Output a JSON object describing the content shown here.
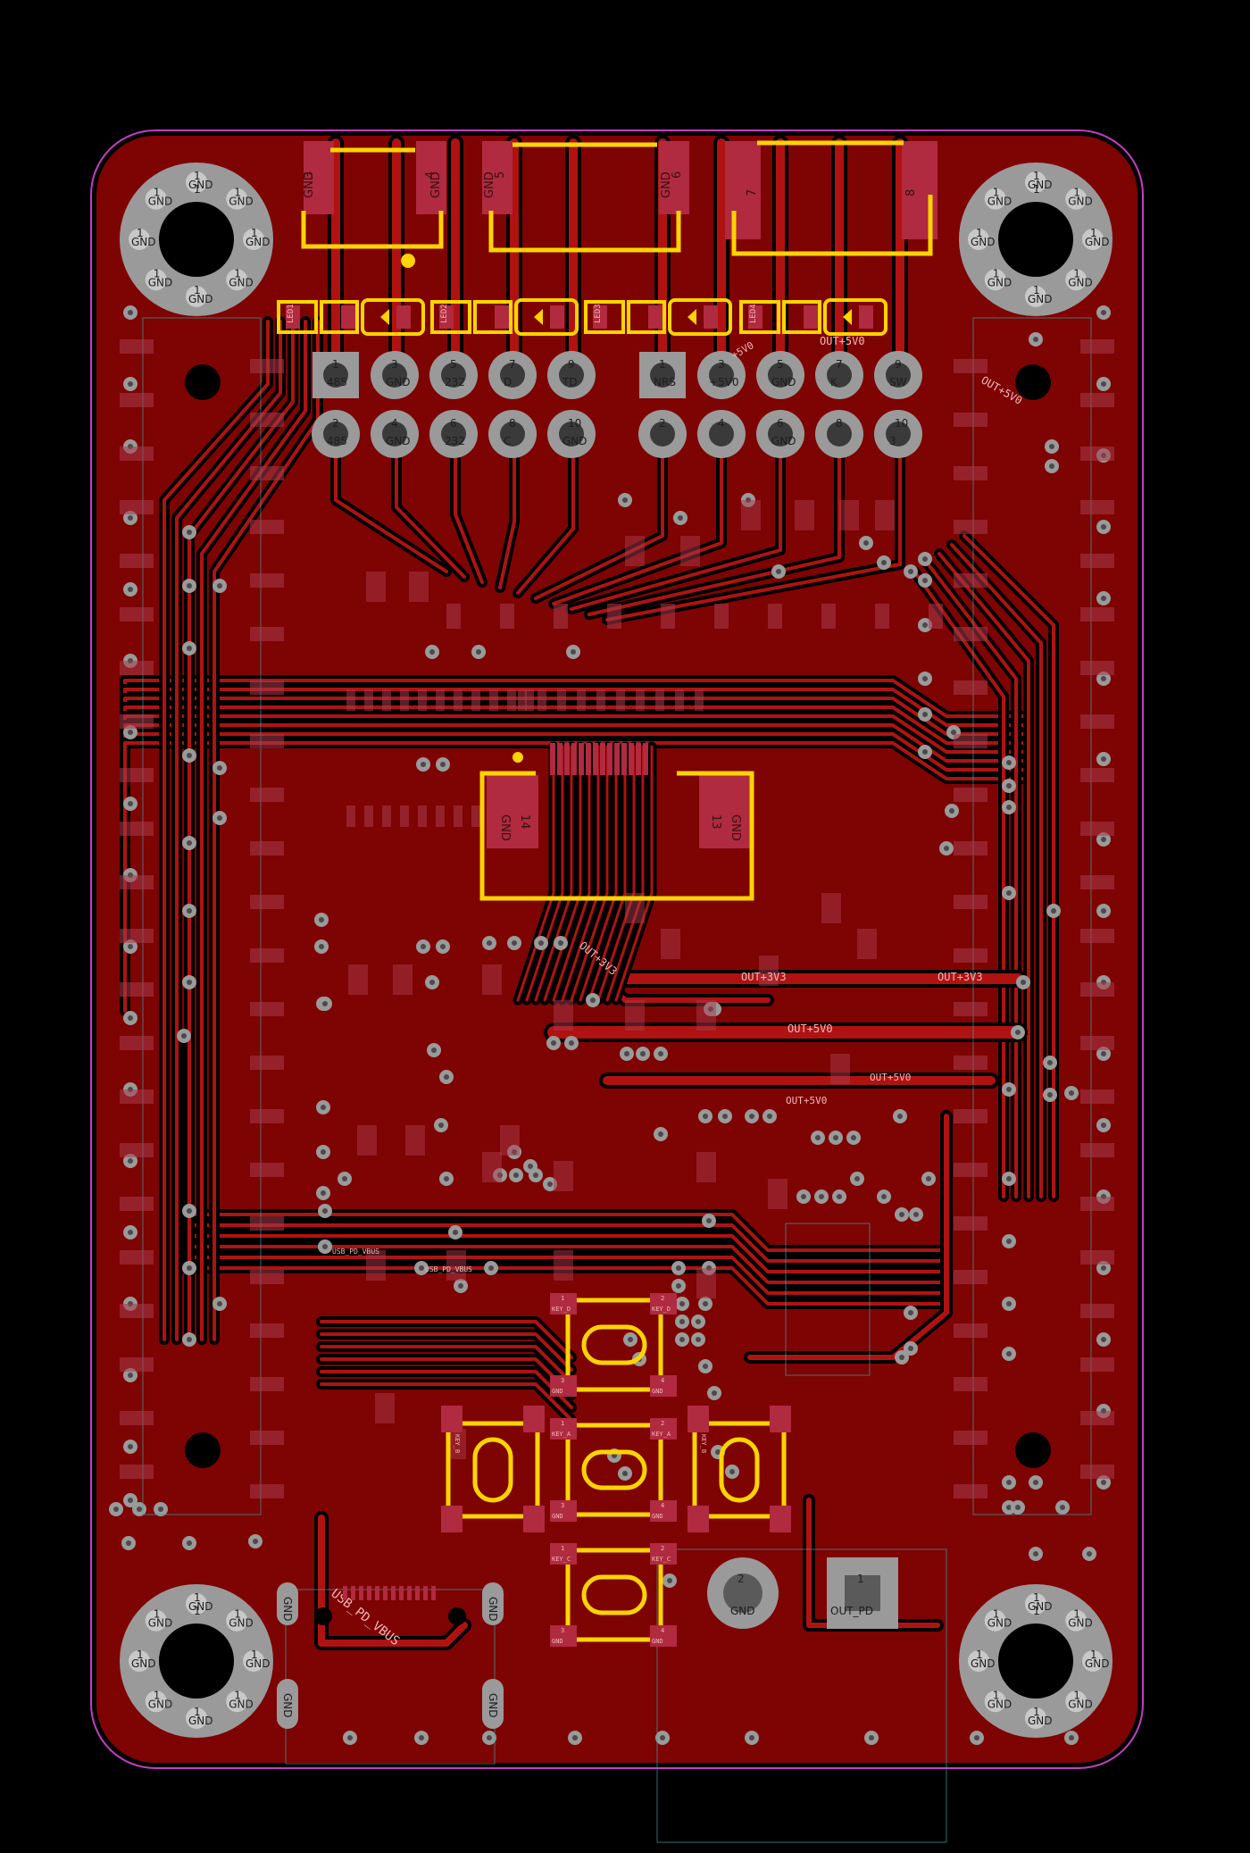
{
  "colors": {
    "background": "#000000",
    "board": "#7a0000",
    "copper_pour": "#8c0808",
    "trace": "#b01212",
    "clearance": "#000000",
    "silkscreen": "#ffd400",
    "pad_gray": "#9a9a9a",
    "smd_pad": "#b02a40",
    "outline": "#c040c0",
    "fab": "#30a0a0"
  },
  "mounting_holes": {
    "pad_label": "GND",
    "pin_label": "1"
  },
  "top_connectors": [
    {
      "left": "3",
      "right": "4",
      "pad": "GND"
    },
    {
      "left": "5",
      "right": "6",
      "pad": "GND"
    },
    {
      "left": "7",
      "right": "8",
      "pad": ""
    }
  ],
  "led_refs": [
    "LED1",
    "LED2",
    "LED3",
    "LED4"
  ],
  "header_left": {
    "row1": [
      {
        "pin": "1",
        "net": "485"
      },
      {
        "pin": "3",
        "net": "GND"
      },
      {
        "pin": "5",
        "net": "232"
      },
      {
        "pin": "7",
        "net": "D"
      },
      {
        "pin": "9",
        "net": "TD"
      }
    ],
    "row2": [
      {
        "pin": "2",
        "net": "485"
      },
      {
        "pin": "4",
        "net": "GND"
      },
      {
        "pin": "6",
        "net": "232"
      },
      {
        "pin": "8",
        "net": "C"
      },
      {
        "pin": "10",
        "net": "GND"
      }
    ]
  },
  "header_right": {
    "row1": [
      {
        "pin": "1",
        "net": "NRS"
      },
      {
        "pin": "3",
        "net": "+5V0"
      },
      {
        "pin": "5",
        "net": "GND"
      },
      {
        "pin": "7",
        "net": "K"
      },
      {
        "pin": "9",
        "net": "SW"
      }
    ],
    "row2": [
      {
        "pin": "2",
        "net": ""
      },
      {
        "pin": "4",
        "net": ""
      },
      {
        "pin": "6",
        "net": "GND"
      },
      {
        "pin": "8",
        "net": ""
      },
      {
        "pin": "10",
        "net": "3"
      }
    ]
  },
  "net_labels": {
    "out5v0_top": "OUT+5V0",
    "plus5v0_top": "+5V0",
    "out5v0_right": "OUT+5V0",
    "out3v3_diag": "OUT+3V3",
    "out3v3_mid": "OUT+3V3",
    "out3v3_right": "OUT+3V3",
    "out5v0_mid": "OUT+5V0",
    "out5v0_low": "OUT+5V0",
    "out5v0_low2": "OUT+5V0",
    "usb_pd_vbus_1": "USB_PD_VBUS",
    "usb_pd_vbus_2": "USB_PD_VBUS",
    "usb_pd_vbus_big": "USB_PD_VBUS"
  },
  "ic_center": {
    "pad_left": "14",
    "pad_right": "13",
    "pad_net": "GND"
  },
  "keys": {
    "key_d": "KEY_D",
    "key_a": "KEY_A",
    "key_b": "KEY_B",
    "key_c": "KEY_C",
    "gnd": "GND",
    "pin1": "1",
    "pin2": "2",
    "pin3": "3",
    "pin4": "4"
  },
  "power_out": {
    "pad1_pin": "2",
    "pad1_net": "GND",
    "pad2_pin": "1",
    "pad2_net": "OUT_PD"
  },
  "usb_connector": {
    "shield": "GND"
  }
}
